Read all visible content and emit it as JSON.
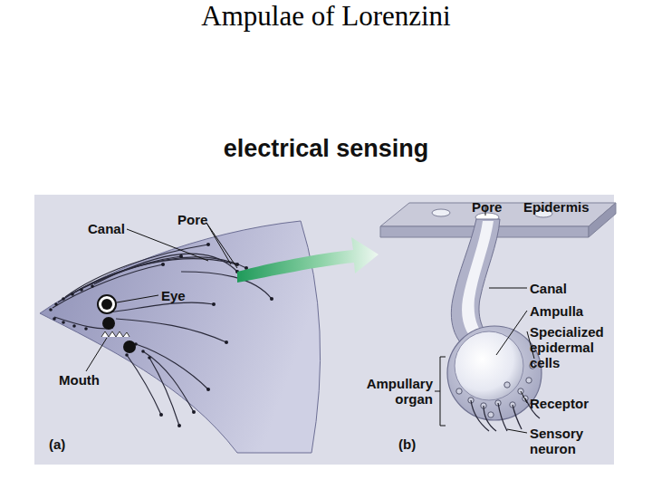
{
  "diagram": {
    "title": "Ampulae of Lorenzini",
    "labels": [
      "electrical sensing",
      "Canal",
      "Pore",
      "Eye",
      "Mouth",
      "(a)",
      "Pore",
      "Epidermis",
      "Canal",
      "Ampulla",
      "Specialized epidermal cells",
      "Ampullary organ",
      "Receptor",
      "Sensory neuron",
      "(b)"
    ]
  }
}
